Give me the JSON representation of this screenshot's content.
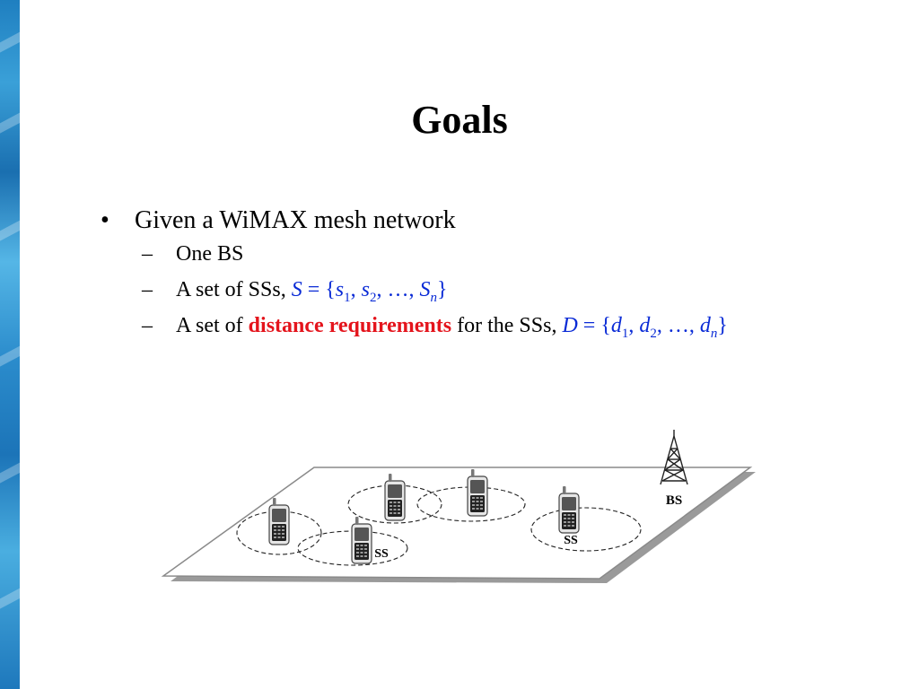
{
  "slide": {
    "title": "Goals",
    "bullet_main": "Given a WiMAX mesh network",
    "bullet_marker": "•",
    "dash": "–",
    "sub1": "One BS",
    "sub2": {
      "prefix": "A set of SSs, ",
      "set_symbol": "S",
      "eq_open": " = {",
      "e1": "s",
      "e1_sub": "1",
      "sep1": ", ",
      "e2": "s",
      "e2_sub": "2",
      "sep2": ", …, ",
      "en": "S",
      "en_sub": "n",
      "close": "}"
    },
    "sub3": {
      "prefix": "A set of ",
      "highlight": "distance requirements",
      "middle": " for the SSs, ",
      "set_symbol": "D",
      "eq_open": " = {",
      "e1": "d",
      "e1_sub": "1",
      "sep1": ", ",
      "e2": "d",
      "e2_sub": "2",
      "sep2": ", …, ",
      "en": "d",
      "en_sub": "n",
      "close": "}"
    }
  },
  "diagram": {
    "bs_label": "BS",
    "ss_label_1": "SS",
    "ss_label_2": "SS"
  },
  "colors": {
    "set_blue": "#0a2bd6",
    "highlight_red": "#e4141c",
    "side_strip": "#1f7fc0"
  },
  "icons": [
    "base-station-tower-icon",
    "mobile-phone-icon"
  ]
}
